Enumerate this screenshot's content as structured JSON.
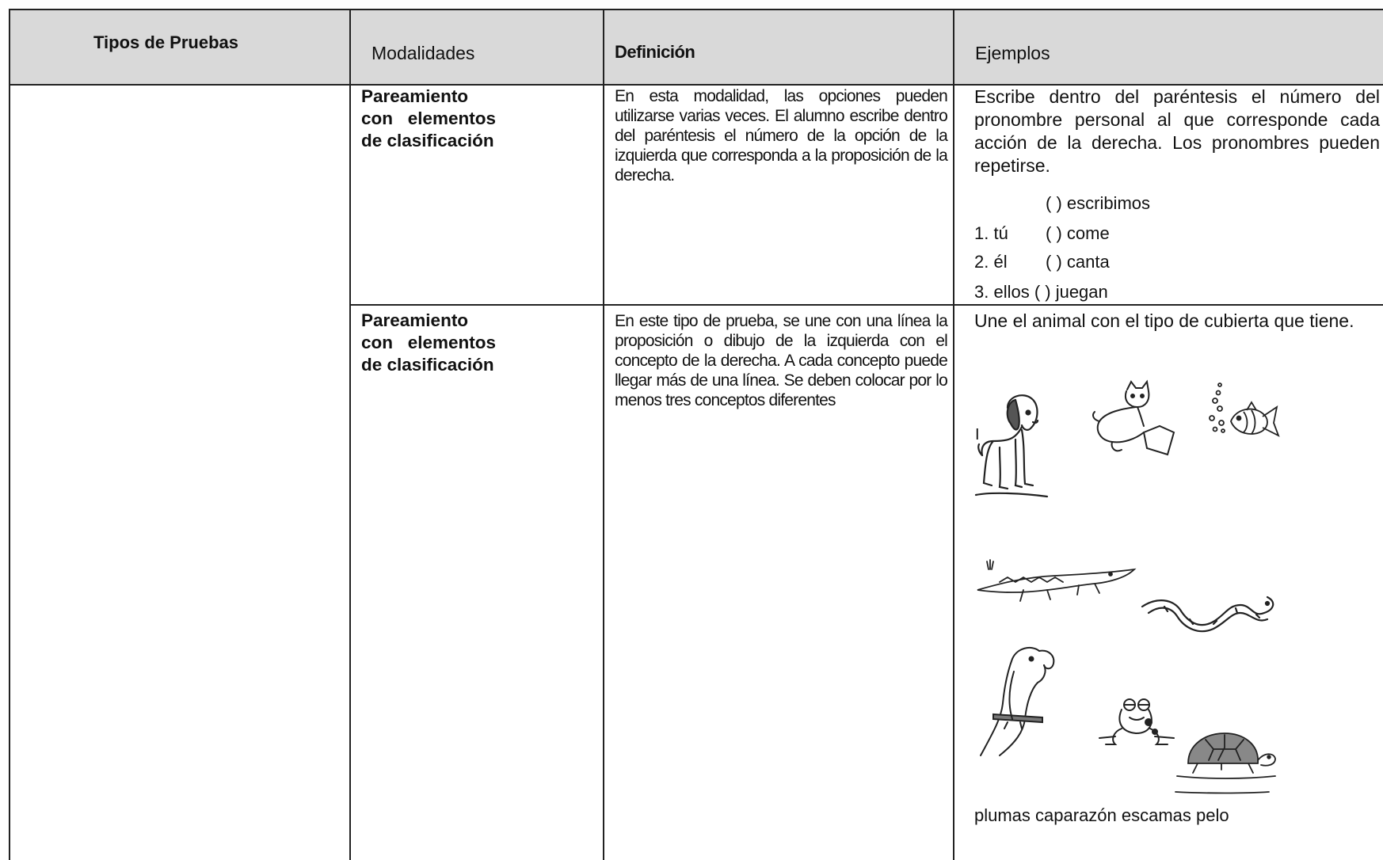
{
  "header": {
    "col1": "Tipos de Pruebas",
    "col2": "Modalidades",
    "col3": "Definición",
    "col4": "Ejemplos"
  },
  "rows": [
    {
      "modality_lines": [
        "Pareamiento",
        "con   elementos",
        "de clasificación"
      ],
      "definition": "En esta modalidad, las opciones pueden utilizarse varias veces. El alumno escribe dentro del paréntesis el número de la opción de la izquierda que corresponda a la proposición de la derecha.",
      "example_intro": "Escribe dentro del paréntesis el número del pronombre personal al que corresponde cada acción de la derecha. Los pronombres pueden repetirse.",
      "example_lines": [
        "( ) escribimos",
        "1. tú",
        "( ) come",
        "2. él",
        "( ) canta",
        "3. ellos ( ) juegan"
      ]
    },
    {
      "modality_lines": [
        "Pareamiento",
        "con   elementos",
        "de clasificación"
      ],
      "definition": "En este tipo de prueba, se une con una línea la proposición o dibujo de la izquierda con el concepto de la derecha. A cada concepto puede llegar más de una línea. Se deben colocar por lo menos tres conceptos diferentes",
      "example_intro": "Une el animal con el tipo de cubierta que tiene.",
      "stray_mark": "I",
      "example_footer": "plumas caparazón escamas pelo"
    }
  ],
  "illustrations": [
    "dog",
    "cat",
    "fish",
    "crocodile",
    "snake",
    "parrot",
    "frog",
    "turtle"
  ]
}
